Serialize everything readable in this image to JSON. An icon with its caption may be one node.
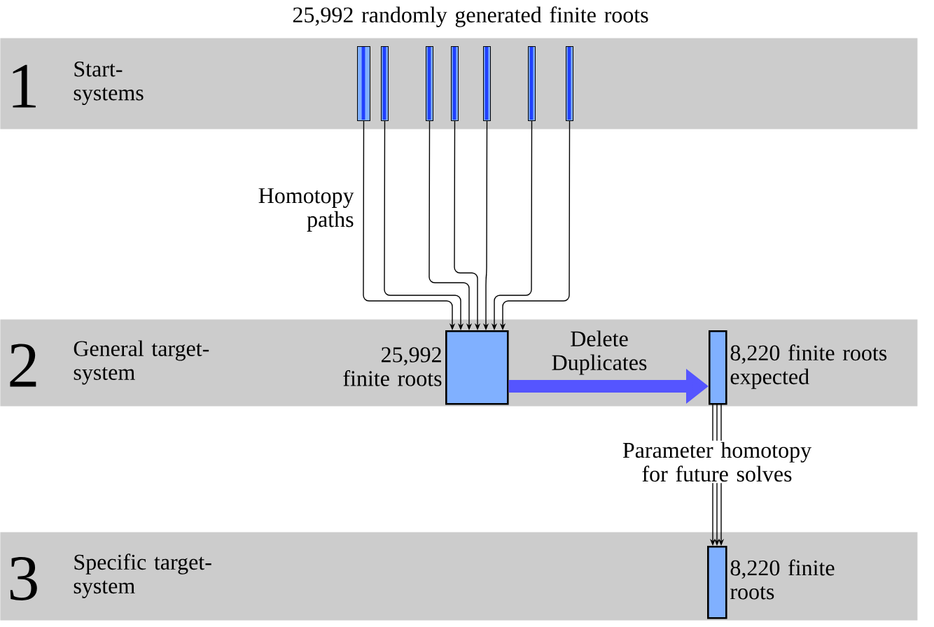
{
  "diagram": {
    "nodes": [
      {
        "text": [
          "1",
          "Start-systems"
        ]
      },
      {
        "text": [],
        "shape": "bar",
        "in": 0
      },
      {
        "text": [],
        "shape": "bar",
        "in": 0
      },
      {
        "text": [],
        "shape": "bar",
        "in": 0
      },
      {
        "text": [],
        "shape": "bar",
        "in": 0
      },
      {
        "text": [],
        "shape": "bar",
        "in": 0
      },
      {
        "text": [],
        "shape": "bar",
        "in": 0
      },
      {
        "text": [],
        "shape": "bar",
        "in": 0
      },
      {
        "text": [
          "2",
          "General target-system"
        ]
      },
      {
        "text": [],
        "shape": "box",
        "in": 8,
        "beside": [
          "25,992 finite roots"
        ]
      },
      {
        "text": [],
        "shape": "bar",
        "in": 8,
        "beside": [
          "8,220 finite roots expected"
        ]
      },
      {
        "text": [
          "3",
          "Specific target-system"
        ]
      },
      {
        "text": [],
        "shape": "bar",
        "in": 11,
        "beside": [
          "8,220 finite roots"
        ]
      }
    ],
    "edges": [
      {
        "from": 1,
        "to": 9,
        "arrow": "to"
      },
      {
        "from": 2,
        "to": 9,
        "arrow": "to"
      },
      {
        "from": 3,
        "to": 9,
        "arrow": "to"
      },
      {
        "from": 4,
        "to": 9,
        "arrow": "to"
      },
      {
        "from": 5,
        "to": 9,
        "arrow": "to"
      },
      {
        "from": 6,
        "to": 9,
        "arrow": "to"
      },
      {
        "from": 7,
        "to": 9,
        "arrow": "to"
      },
      {
        "from": 9,
        "to": 10,
        "arrow": "to",
        "label": "Delete Duplicates",
        "style": "thick",
        "color": "#5555ff"
      },
      {
        "from": 10,
        "to": 12,
        "arrow": "to",
        "label": "Parameter homotopy for future solves"
      },
      {
        "from": 10,
        "to": 12,
        "arrow": "to"
      },
      {
        "from": 10,
        "to": 12,
        "arrow": "to"
      }
    ],
    "labels": [
      "25,992 randomly generated finite roots",
      "Homotopy paths"
    ]
  }
}
